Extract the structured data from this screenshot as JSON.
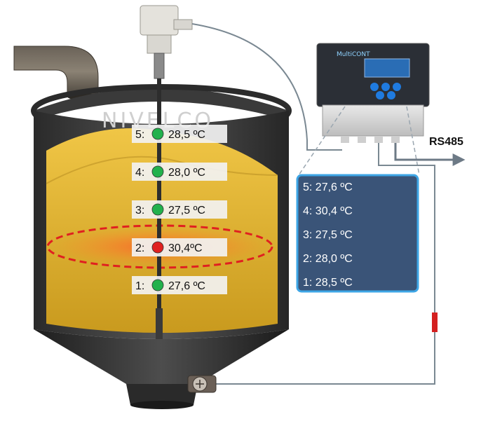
{
  "brand": "NIVELCO",
  "controller_brand": "MultiCONT",
  "sensors": [
    {
      "num": "5:",
      "temp": "28,5 ºC",
      "status_color": "#22b14c"
    },
    {
      "num": "4:",
      "temp": "28,0 ºC",
      "status_color": "#22b14c"
    },
    {
      "num": "3:",
      "temp": "27,5 ºC",
      "status_color": "#22b14c"
    },
    {
      "num": "2:",
      "temp": "30,4ºC",
      "status_color": "#e02020"
    },
    {
      "num": "1:",
      "temp": "27,6 ºC",
      "status_color": "#22b14c"
    }
  ],
  "panel": {
    "rows": [
      "5: 27,6 ºC",
      "4: 30,4 ºC",
      "3: 27,5 ºC",
      "2: 28,0 ºC",
      "1: 28,5 ºC"
    ],
    "background": "#3a5478",
    "border": "#3ea6e6"
  },
  "output_label": "RS485",
  "hotspot_color": "#e02020",
  "material_color": "#e0b23a"
}
